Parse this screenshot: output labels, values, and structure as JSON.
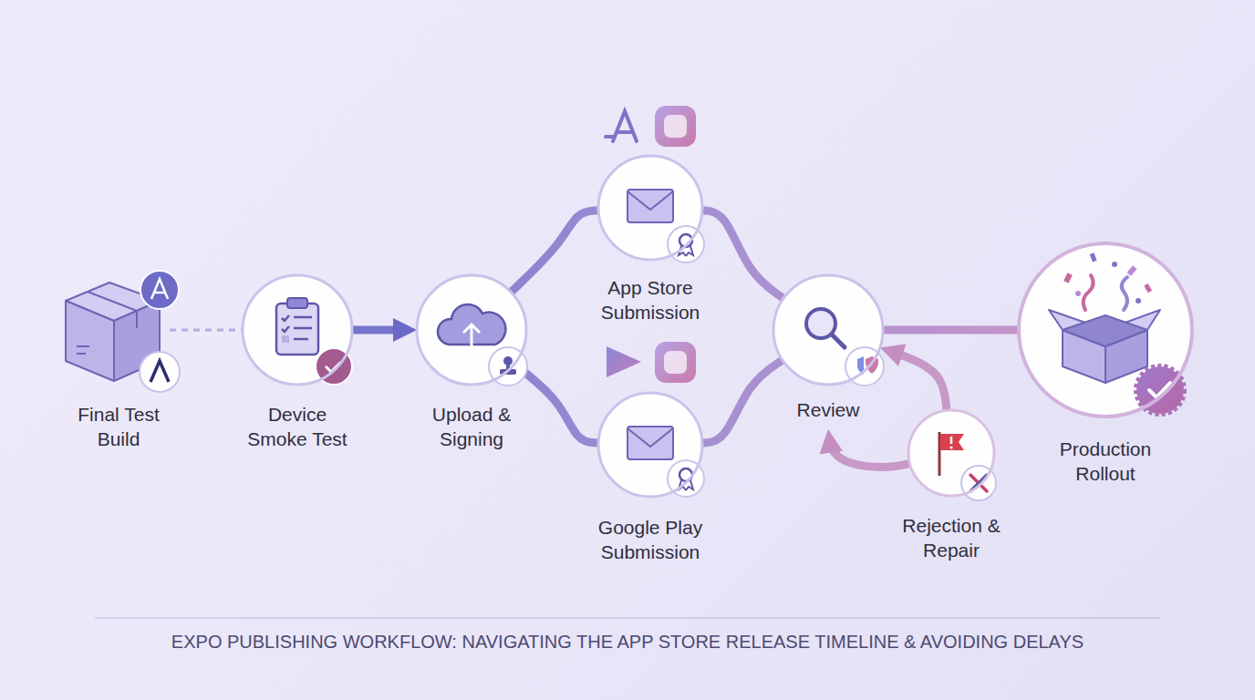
{
  "diagram": {
    "caption": "EXPO PUBLISHING WORKFLOW: NAVIGATING THE APP STORE RELEASE TIMELINE & AVOIDING DELAYS",
    "nodes": [
      {
        "text": [
          "Final Test Build"
        ]
      },
      {
        "text": [
          "Device Smoke Test"
        ]
      },
      {
        "text": [
          "Upload & Signing"
        ]
      },
      {
        "text": [
          "App Store Submission"
        ]
      },
      {
        "text": [
          "Google Play Submission"
        ]
      },
      {
        "text": [
          "Review"
        ]
      },
      {
        "text": [
          "Rejection & Repair"
        ]
      },
      {
        "text": [
          "Production Rollout"
        ]
      }
    ],
    "edges": [
      {
        "from": 0,
        "to": 1,
        "arrow": "none"
      },
      {
        "from": 1,
        "to": 2,
        "arrow": "to"
      },
      {
        "from": 2,
        "to": 3,
        "arrow": "none"
      },
      {
        "from": 2,
        "to": 4,
        "arrow": "none"
      },
      {
        "from": 3,
        "to": 5,
        "arrow": "none"
      },
      {
        "from": 4,
        "to": 5,
        "arrow": "none"
      },
      {
        "from": 5,
        "to": 7,
        "arrow": "none"
      },
      {
        "from": 6,
        "to": 5,
        "arrow": "to"
      },
      {
        "from": 6,
        "to": 5,
        "arrow": "to"
      }
    ]
  }
}
